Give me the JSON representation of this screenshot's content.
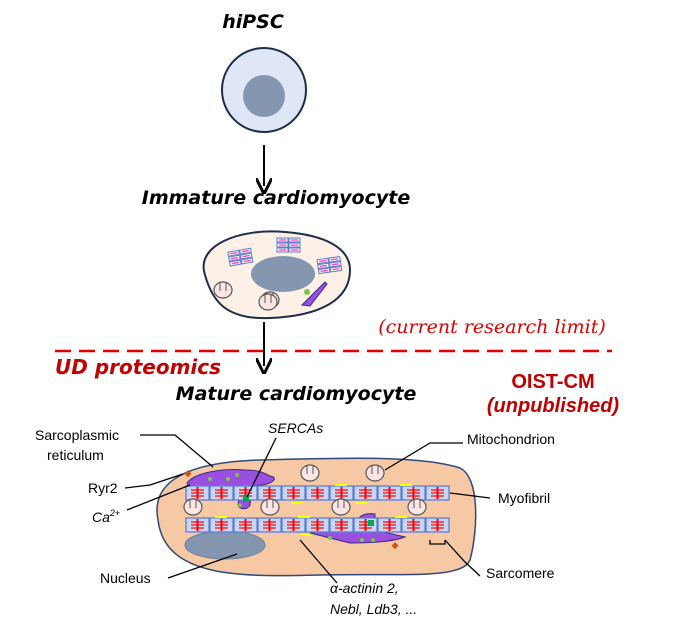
{
  "stages": {
    "stem_cell": "hiPSC",
    "immature": "Immature cardiomyocyte",
    "mature": "Mature cardiomyocyte"
  },
  "annotations": {
    "research_limit": "(current research limit)",
    "method": "UD proteomics",
    "oist_line1": "OIST-CM",
    "oist_line2": "(unpublished)"
  },
  "labels": {
    "sr_line1": "Sarcoplasmic",
    "sr_line2": "reticulum",
    "ryr2": "Ryr2",
    "ca": "Ca",
    "ca_sup": "2+",
    "sercas": "SERCAs",
    "mitochondrion": "Mitochondrion",
    "myofibril": "Myofibril",
    "sarcomere": "Sarcomere",
    "nucleus": "Nucleus",
    "proteins_line1": "α-actinin 2,",
    "proteins_line2": "Nebl, Ldb3, ..."
  },
  "colors": {
    "accent_red": "#c00000",
    "cell_fill": "#f7c8a4",
    "nucleus": "#8496b0",
    "sr": "#9b4fe0",
    "myofibril_blue": "#5b7fd6",
    "z_line_red": "#ff0000"
  }
}
